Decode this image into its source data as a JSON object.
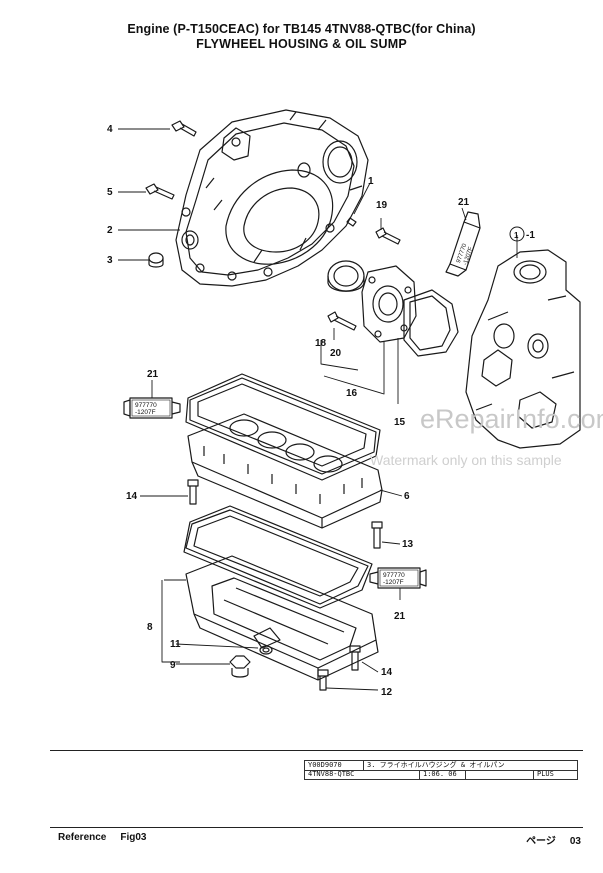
{
  "header": {
    "title_line1": "Engine (P-T150CEAC) for TB145  4TNV88-QTBC(for China)",
    "title_line2": "FLYWHEEL HOUSING & OIL SUMP"
  },
  "callouts": {
    "c1": "1",
    "c1_ref": "1",
    "c2": "2",
    "c3": "3",
    "c4": "4",
    "c5": "5",
    "c6": "6",
    "c8": "8",
    "c9": "9",
    "c11": "11",
    "c12": "12",
    "c13": "13",
    "c14a": "14",
    "c14b": "14",
    "c15": "15",
    "c16": "16",
    "c18": "18",
    "c19": "19",
    "c20": "20",
    "c21a": "21",
    "c21b": "21",
    "c21c": "21"
  },
  "tube_labels": {
    "line1": "977770",
    "line2": "-1207F"
  },
  "watermark": {
    "brand": "eRepairInfo.com",
    "note": "Watermark only on this sample"
  },
  "title_block": {
    "doc_code": "Y00D9070",
    "section_title": "3. フライホイルハウジング & オイルパン",
    "model": "4TNV88-QTBC",
    "date": "1:06. 06",
    "edition": "PLUS"
  },
  "footer": {
    "reference_label": "Reference",
    "figure": "Fig03",
    "page_label": "ページ",
    "page_number": "03"
  }
}
